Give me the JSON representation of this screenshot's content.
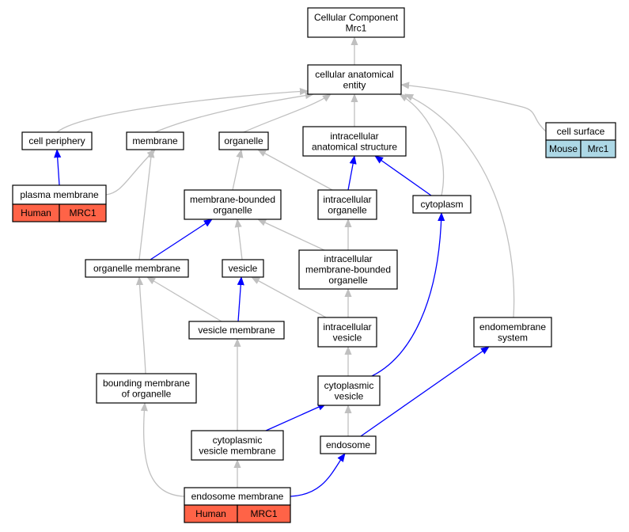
{
  "colors": {
    "gray_edge": "#c0c0c0",
    "blue_edge": "#0000ff",
    "human_tag": "#ff6347",
    "mouse_tag": "#add8e6"
  },
  "nodes": {
    "root": {
      "lines": [
        "Cellular Component",
        "Mrc1"
      ]
    },
    "cellular_anatomical_entity": {
      "lines": [
        "cellular anatomical",
        "entity"
      ]
    },
    "cell_periphery": {
      "lines": [
        "cell periphery"
      ]
    },
    "membrane": {
      "lines": [
        "membrane"
      ]
    },
    "organelle": {
      "lines": [
        "organelle"
      ]
    },
    "intracellular_anatomical_structure": {
      "lines": [
        "intracellular",
        "anatomical structure"
      ]
    },
    "cell_surface": {
      "lines": [
        "cell surface"
      ],
      "tags": [
        "Mouse",
        "Mrc1"
      ],
      "tag_color": "mouse_tag"
    },
    "plasma_membrane": {
      "lines": [
        "plasma membrane"
      ],
      "tags": [
        "Human",
        "MRC1"
      ],
      "tag_color": "human_tag"
    },
    "membrane_bounded_organelle": {
      "lines": [
        "membrane-bounded",
        "organelle"
      ]
    },
    "intracellular_organelle": {
      "lines": [
        "intracellular",
        "organelle"
      ]
    },
    "cytoplasm": {
      "lines": [
        "cytoplasm"
      ]
    },
    "organelle_membrane": {
      "lines": [
        "organelle membrane"
      ]
    },
    "vesicle": {
      "lines": [
        "vesicle"
      ]
    },
    "intracellular_mb_organelle": {
      "lines": [
        "intracellular",
        "membrane-bounded",
        "organelle"
      ]
    },
    "vesicle_membrane": {
      "lines": [
        "vesicle membrane"
      ]
    },
    "intracellular_vesicle": {
      "lines": [
        "intracellular",
        "vesicle"
      ]
    },
    "endomembrane_system": {
      "lines": [
        "endomembrane",
        "system"
      ]
    },
    "bounding_membrane": {
      "lines": [
        "bounding membrane",
        "of organelle"
      ]
    },
    "cytoplasmic_vesicle": {
      "lines": [
        "cytoplasmic",
        "vesicle"
      ]
    },
    "cytoplasmic_vesicle_membrane": {
      "lines": [
        "cytoplasmic",
        "vesicle membrane"
      ]
    },
    "endosome": {
      "lines": [
        "endosome"
      ]
    },
    "endosome_membrane": {
      "lines": [
        "endosome membrane"
      ],
      "tags": [
        "Human",
        "MRC1"
      ],
      "tag_color": "human_tag"
    }
  },
  "edges": [
    {
      "from": "cellular_anatomical_entity",
      "to": "root",
      "color": "gray"
    },
    {
      "from": "cell_periphery",
      "to": "cellular_anatomical_entity",
      "color": "gray"
    },
    {
      "from": "membrane",
      "to": "cellular_anatomical_entity",
      "color": "gray"
    },
    {
      "from": "organelle",
      "to": "cellular_anatomical_entity",
      "color": "gray"
    },
    {
      "from": "intracellular_anatomical_structure",
      "to": "cellular_anatomical_entity",
      "color": "gray"
    },
    {
      "from": "cytoplasm",
      "to": "cellular_anatomical_entity",
      "color": "gray"
    },
    {
      "from": "endomembrane_system",
      "to": "cellular_anatomical_entity",
      "color": "gray"
    },
    {
      "from": "cell_surface",
      "to": "cellular_anatomical_entity",
      "color": "gray"
    },
    {
      "from": "plasma_membrane",
      "to": "cell_periphery",
      "color": "blue"
    },
    {
      "from": "plasma_membrane",
      "to": "membrane",
      "color": "gray"
    },
    {
      "from": "membrane_bounded_organelle",
      "to": "organelle",
      "color": "gray"
    },
    {
      "from": "intracellular_organelle",
      "to": "organelle",
      "color": "gray"
    },
    {
      "from": "intracellular_organelle",
      "to": "intracellular_anatomical_structure",
      "color": "blue"
    },
    {
      "from": "cytoplasm",
      "to": "intracellular_anatomical_structure",
      "color": "blue"
    },
    {
      "from": "organelle_membrane",
      "to": "membrane",
      "color": "gray"
    },
    {
      "from": "organelle_membrane",
      "to": "membrane_bounded_organelle",
      "color": "blue"
    },
    {
      "from": "vesicle",
      "to": "membrane_bounded_organelle",
      "color": "gray"
    },
    {
      "from": "intracellular_mb_organelle",
      "to": "membrane_bounded_organelle",
      "color": "gray"
    },
    {
      "from": "intracellular_mb_organelle",
      "to": "intracellular_organelle",
      "color": "gray"
    },
    {
      "from": "vesicle_membrane",
      "to": "organelle_membrane",
      "color": "gray"
    },
    {
      "from": "vesicle_membrane",
      "to": "vesicle",
      "color": "blue"
    },
    {
      "from": "intracellular_vesicle",
      "to": "vesicle",
      "color": "gray"
    },
    {
      "from": "intracellular_vesicle",
      "to": "intracellular_mb_organelle",
      "color": "gray"
    },
    {
      "from": "bounding_membrane",
      "to": "organelle_membrane",
      "color": "gray"
    },
    {
      "from": "cytoplasmic_vesicle",
      "to": "intracellular_vesicle",
      "color": "gray"
    },
    {
      "from": "cytoplasmic_vesicle",
      "to": "cytoplasm",
      "color": "blue"
    },
    {
      "from": "cytoplasmic_vesicle_membrane",
      "to": "vesicle_membrane",
      "color": "gray"
    },
    {
      "from": "cytoplasmic_vesicle_membrane",
      "to": "cytoplasmic_vesicle",
      "color": "blue"
    },
    {
      "from": "endosome",
      "to": "cytoplasmic_vesicle",
      "color": "gray"
    },
    {
      "from": "endosome",
      "to": "endomembrane_system",
      "color": "blue"
    },
    {
      "from": "endosome_membrane",
      "to": "bounding_membrane",
      "color": "gray"
    },
    {
      "from": "endosome_membrane",
      "to": "cytoplasmic_vesicle_membrane",
      "color": "gray"
    },
    {
      "from": "endosome_membrane",
      "to": "endosome",
      "color": "blue"
    }
  ]
}
